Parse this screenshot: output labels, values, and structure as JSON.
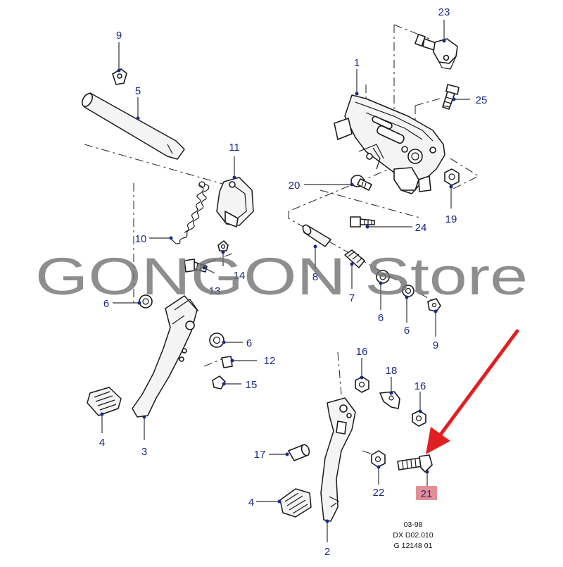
{
  "watermark": "GONGON Store",
  "doc_codes": [
    "03-98",
    "DX D02.010",
    "G 12148 01"
  ],
  "callouts": [
    "1",
    "2",
    "3",
    "4",
    "4",
    "5",
    "6",
    "6",
    "6",
    "6",
    "7",
    "8",
    "9",
    "9",
    "10",
    "11",
    "12",
    "13",
    "14",
    "15",
    "16",
    "16",
    "17",
    "18",
    "19",
    "20",
    "21",
    "22",
    "23",
    "24",
    "25"
  ],
  "highlight_callout": "21",
  "colors": {
    "callout": "#1a2a8a",
    "highlight": "#e07a85",
    "arrow": "#e02020",
    "watermark": "#6e6e6e"
  }
}
